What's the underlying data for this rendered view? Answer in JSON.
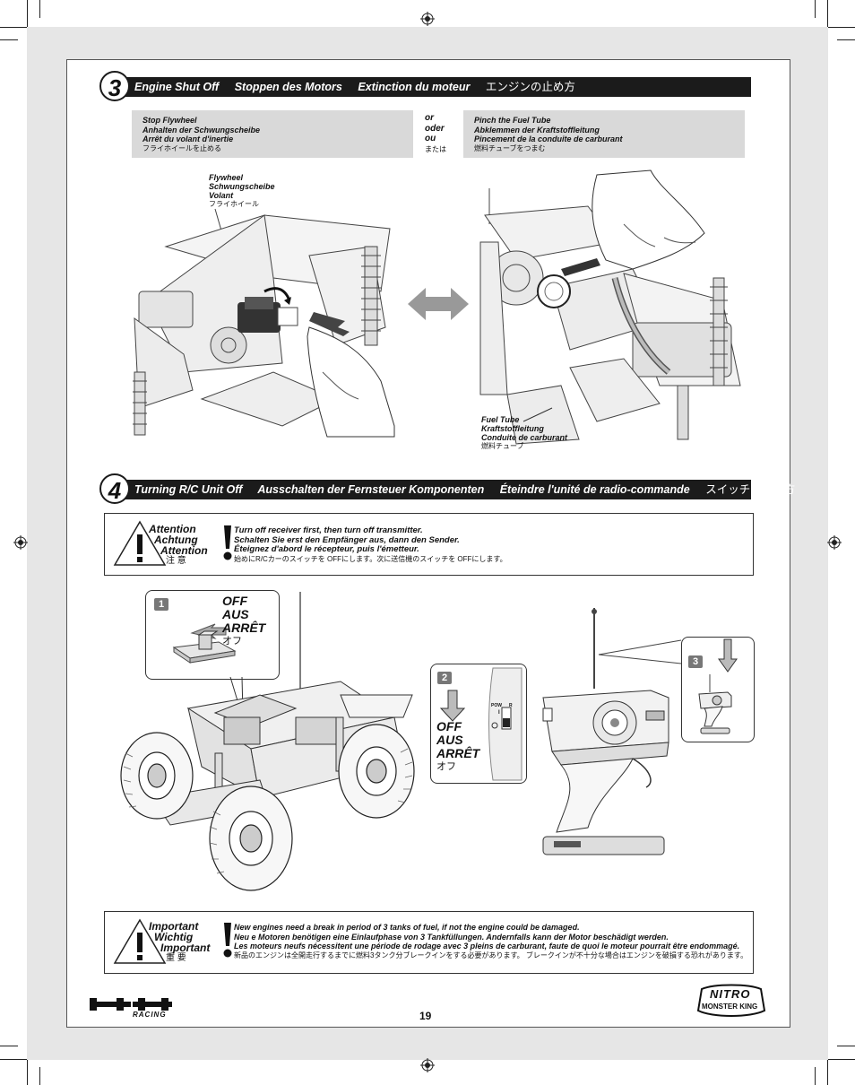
{
  "sections": {
    "s3": {
      "number": "3",
      "titles": [
        "Engine Shut Off",
        "Stoppen des Motors",
        "Extinction du moteur",
        "エンジンの止め方"
      ],
      "left_box": [
        "Stop Flywheel",
        "Anhalten der Schwungscheibe",
        "Arrêt du volant d'inertie",
        "フライホイールを止める"
      ],
      "or_words": [
        "or",
        "oder",
        "ou",
        "または"
      ],
      "right_box": [
        "Pinch the Fuel Tube",
        "Abklemmen der Kraftstoffleitung",
        "Pincement de la conduite de carburant",
        "燃料チューブをつまむ"
      ],
      "flywheel_label": [
        "Flywheel",
        "Schwungscheibe",
        "Volant",
        "フライホイール"
      ],
      "fuel_tube_label": [
        "Fuel Tube",
        "Kraftstoffleitung",
        "Conduite de carburant",
        "燃料チューブ"
      ]
    },
    "s4": {
      "number": "4",
      "titles": [
        "Turning R/C Unit Off",
        "Ausschalten der Fernsteuer Komponenten",
        "Éteindre l'unité de radio-commande",
        "スイッチの切り方"
      ],
      "attention_heads": [
        "Attention",
        "Achtung",
        "Attention",
        "注 意"
      ],
      "attention_lines": [
        "Turn off receiver first, then turn off transmitter.",
        "Schalten Sie erst den Empfänger aus, dann den Sender.",
        "Éteignez d'abord le récepteur, puis l'émetteur.",
        "始めにR/Cカーのスイッチを OFFにします。次に送信機のスイッチを OFFにします。"
      ],
      "step1": {
        "num": "1",
        "lines": [
          "OFF",
          "AUS",
          "ARRÊT",
          "オフ"
        ]
      },
      "step2": {
        "num": "2",
        "lines": [
          "OFF",
          "AUS",
          "ARRÊT",
          "オフ"
        ]
      },
      "step3": {
        "num": "3"
      },
      "switch_marks": {
        "pow": "POW",
        "r": "R",
        "i": "I"
      }
    },
    "important": {
      "heads": [
        "Important",
        "Wichtig",
        "Important",
        "重 要"
      ],
      "lines": [
        "New engines need a break in period of 3 tanks of fuel, if not the engine could be damaged.",
        "Neu e Motoren benötigen eine Einlaufphase von 3 Tankfüllungen. Andernfalls kann der Motor beschädigt werden.",
        "Les moteurs neufs nécessitent une période de rodage avec 3 pleins de carburant, faute de quoi le moteur pourrait être endommagé.",
        "新品のエンジンは全開走行するまでに燃料3タンク分ブレークインをする必要があります。 ブレークインが不十分な場合はエンジンを破損する恐れがあります。"
      ]
    }
  },
  "footer": {
    "page_number": "19",
    "logo_left": "HPI",
    "logo_left_sub": "RACING",
    "logo_right": [
      "NITRO",
      "MONSTER KING"
    ]
  },
  "colors": {
    "header_bg": "#1b1b1b",
    "gray_box": "#d9d9d9",
    "bleed": "#e6e6e6",
    "step_badge": "#777777"
  }
}
